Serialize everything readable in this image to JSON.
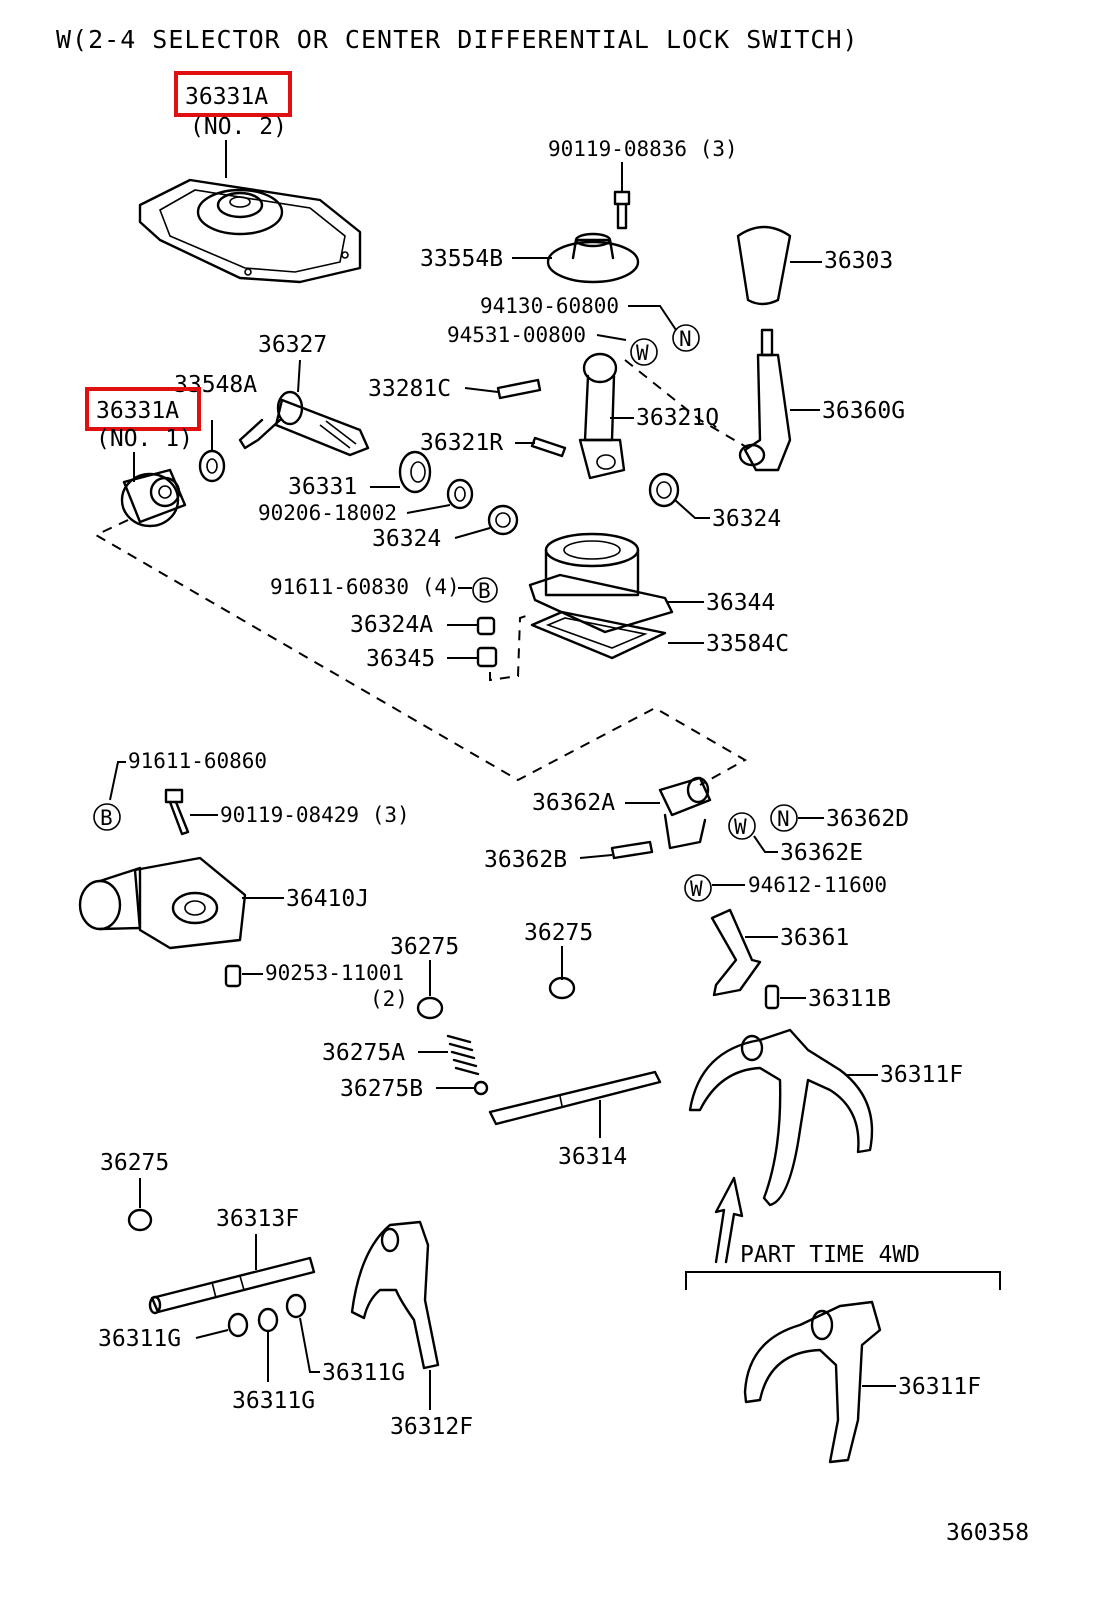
{
  "title": "W(2-4 SELECTOR OR CENTER DIFFERENTIAL LOCK SWITCH)",
  "figure_number": "360358",
  "highlight_color": "#e01010",
  "labels": {
    "p36331A_no2": "36331A",
    "no2": "(NO. 2)",
    "p90119_08836": "90119-08836 (3)",
    "p33554B": "33554B",
    "p36303": "36303",
    "p94130": "94130-60800",
    "p94531": "94531-00800",
    "p36327": "36327",
    "p33548A": "33548A",
    "p33281C": "33281C",
    "p36331A_no1": "36331A",
    "no1": "(NO. 1)",
    "p36321Q": "36321Q",
    "p36360G": "36360G",
    "p36321R": "36321R",
    "p36331": "36331",
    "p90206": "90206-18002",
    "p36324_a": "36324",
    "p36324_b": "36324",
    "p91611_60830": "91611-60830 (4)",
    "p36344": "36344",
    "p36324A": "36324A",
    "p33584C": "33584C",
    "p36345": "36345",
    "p91611_60860": "91611-60860",
    "p90119_08429": "90119-08429 (3)",
    "p36362A": "36362A",
    "p36362D": "36362D",
    "p36362E": "36362E",
    "p36362B": "36362B",
    "p94612": "94612-11600",
    "p36410J": "36410J",
    "p36275_a": "36275",
    "p36275_b": "36275",
    "p36361": "36361",
    "p90253": "90253-11001",
    "qty2": "(2)",
    "p36311B": "36311B",
    "p36275A": "36275A",
    "p36311F_a": "36311F",
    "p36275B": "36275B",
    "p36314": "36314",
    "p36275_c": "36275",
    "p36313F": "36313F",
    "part_time": "PART TIME 4WD",
    "p36311G_a": "36311G",
    "p36311G_b": "36311G",
    "p36311G_c": "36311G",
    "p36312F": "36312F",
    "p36311F_b": "36311F"
  },
  "symbols": {
    "N": "N",
    "W": "W",
    "B": "B"
  }
}
